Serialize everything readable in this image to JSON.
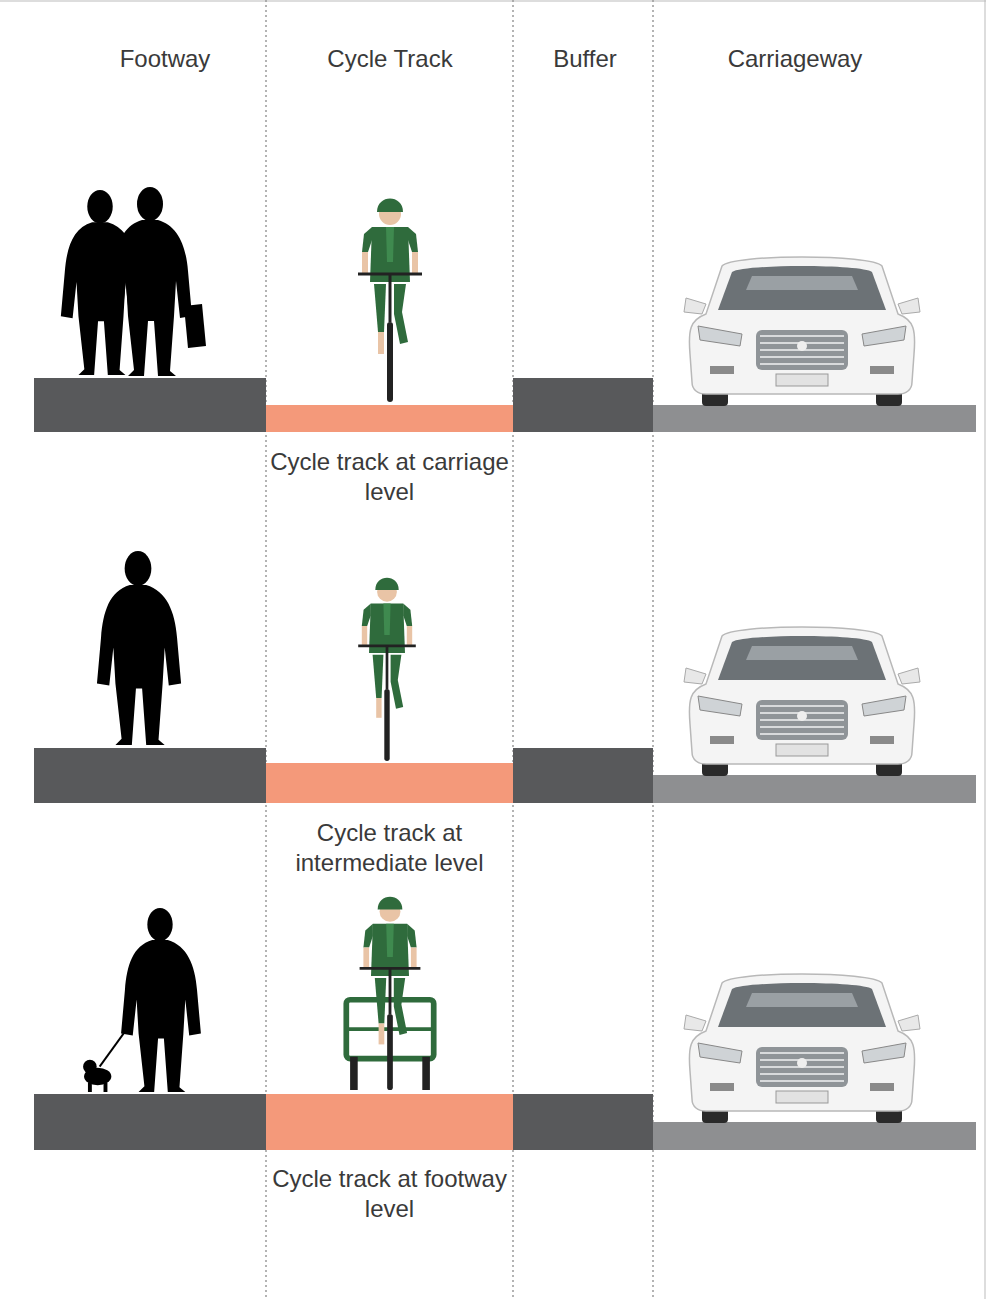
{
  "diagram": {
    "labels": [
      "Footway",
      "Cycle Track",
      "Buffer",
      "Carriageway",
      "Cycle track at carriage level",
      "Cycle track at intermediate level",
      "Cycle track at footway level"
    ]
  }
}
